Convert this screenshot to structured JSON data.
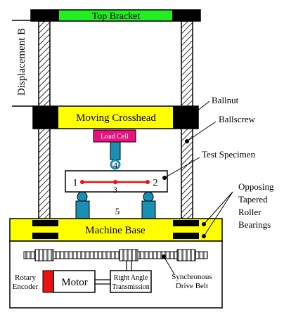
{
  "labels": {
    "top_bracket": "Top Bracket",
    "displacement": "Displacement B",
    "moving_crosshead": "Moving Crosshead",
    "load_cell": "Load Cell",
    "machine_base": "Machine Base",
    "ballnut": "Ballnut",
    "ballscrew": "Ballscrew",
    "test_specimen": "Test Specimen",
    "bearings_line1": "Opposing",
    "bearings_line2": "Tapered",
    "bearings_line3": "Roller",
    "bearings_line4": "Bearings",
    "rotary_line1": "Rotary",
    "rotary_line2": "Encoder",
    "motor": "Motor",
    "transmission_line1": "Right Angle",
    "transmission_line2": "Transmission",
    "drive_line1": "Synchronous",
    "drive_line2": "Drive Belt",
    "point_1": "1",
    "point_2": "2",
    "point_3": "3",
    "point_4": "4",
    "point_5": "5"
  },
  "colors": {
    "top_bracket": "#22ee22",
    "crosshead": "#ffff00",
    "machine_base": "#ffff00",
    "load_cell": "#e8127f",
    "support_blue": "#1a8fb4",
    "specimen_line": "#ee1111",
    "encoder": "#ee1111",
    "black": "#000000"
  }
}
